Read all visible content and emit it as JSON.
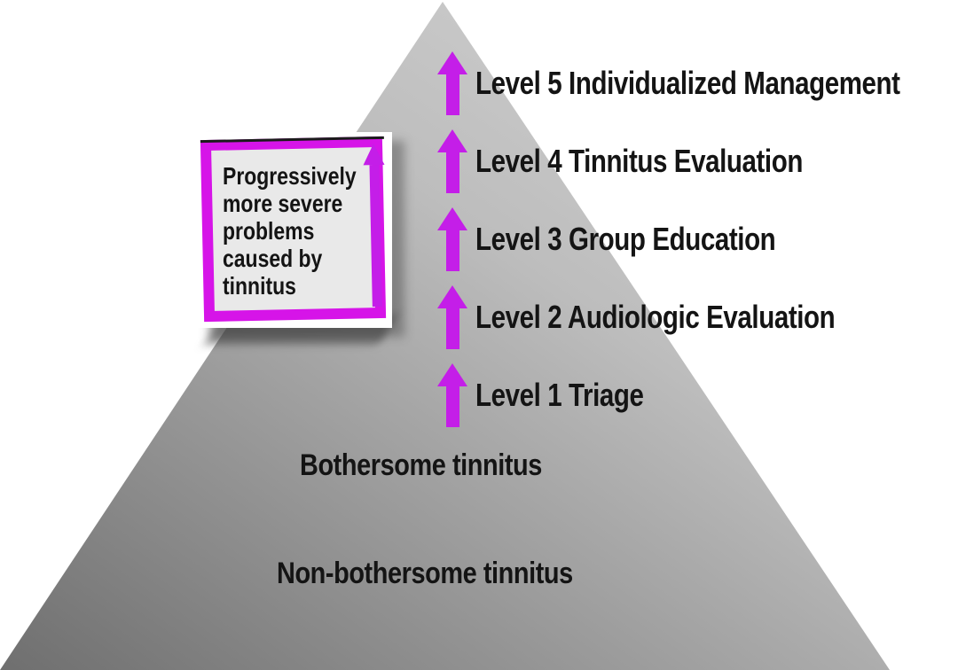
{
  "colors": {
    "background": "#ffffff",
    "arrow_magenta": "#c41ee8",
    "frame_magenta": "#d614e8",
    "triangle_light": "#dadada",
    "triangle_mid": "#bdbdbd",
    "triangle_dark": "#6f6f6f",
    "note_fill": "#e9e9e9",
    "text": "#141414"
  },
  "levels": [
    {
      "label": "Level 5 Individualized Management"
    },
    {
      "label": "Level 4 Tinnitus Evaluation"
    },
    {
      "label": "Level 3 Group Education"
    },
    {
      "label": "Level 2 Audiologic Evaluation"
    },
    {
      "label": "Level 1 Triage"
    }
  ],
  "base_labels": {
    "bothersome": "Bothersome tinnitus",
    "non_bothersome": "Non-bothersome tinnitus"
  },
  "note": {
    "lines": [
      "Progressively",
      "more severe",
      "problems",
      "caused by",
      "tinnitus"
    ]
  }
}
